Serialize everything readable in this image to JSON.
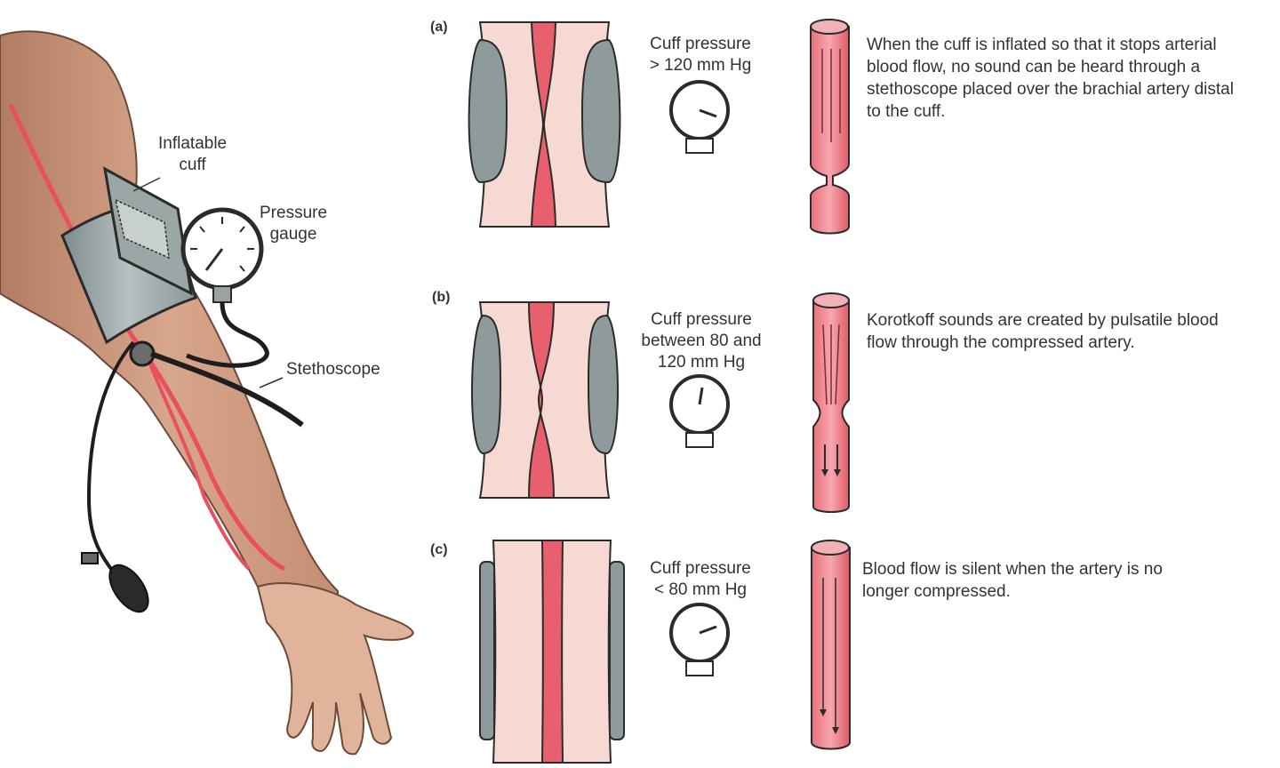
{
  "arm_labels": {
    "cuff": [
      "Inflatable",
      "cuff"
    ],
    "gauge": [
      "Pressure",
      "gauge"
    ],
    "stethoscope": "Stethoscope"
  },
  "panels": [
    {
      "letter": "(a)",
      "pressure": [
        "Cuff pressure",
        "> 120 mm Hg"
      ],
      "description": "When the cuff is inflated so that it stops arterial blood flow, no sound can be heard through a stethoscope placed over the brachial artery distal to the cuff."
    },
    {
      "letter": "(b)",
      "pressure": [
        "Cuff pressure",
        "between 80 and",
        "120 mm Hg"
      ],
      "description": "Korotkoff sounds are created by pulsatile blood flow through the compressed artery."
    },
    {
      "letter": "(c)",
      "pressure": [
        "Cuff pressure",
        "< 80 mm Hg"
      ],
      "description": "Blood flow is silent when the artery is no longer compressed."
    }
  ],
  "colors": {
    "skin": "#c9957a",
    "tissue": "#f5d9d2",
    "artery": "#e8606d",
    "cuff": "#8f9a9c",
    "outline": "#2b2b2b"
  }
}
